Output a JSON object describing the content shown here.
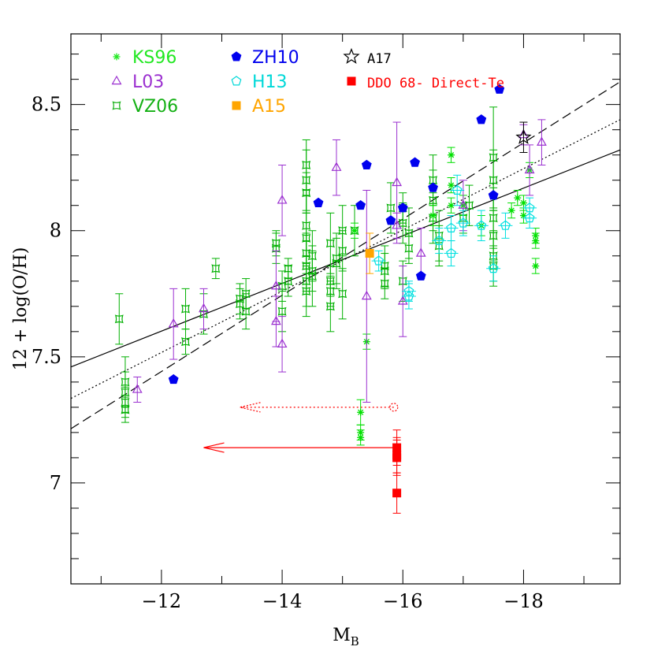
{
  "chart_data": {
    "type": "scatter",
    "xlabel": "M",
    "xlabel_sub": "B",
    "ylabel": "12 + log(O/H)",
    "xlim": [
      -10.5,
      -19.6
    ],
    "ylim": [
      6.6,
      8.78
    ],
    "x_ticks": [
      -12,
      -14,
      -16,
      -18
    ],
    "x_tick_labels": [
      "−12",
      "−14",
      "−16",
      "−18"
    ],
    "y_ticks": [
      7,
      7.5,
      8,
      8.5
    ],
    "y_tick_labels": [
      "7",
      "7.5",
      "8",
      "8.5"
    ],
    "grid": false,
    "legend_placement": "top-left",
    "colors": {
      "KS96": "#00e000",
      "L03": "#9b30d0",
      "VZ06": "#00b000",
      "ZH10": "#0000ee",
      "H13": "#00e0e0",
      "A15": "#ffa500",
      "A17": "#000000",
      "DDO68": "#ff0000"
    },
    "legend": [
      {
        "key": "KS96",
        "label": "KS96",
        "marker": "asterisk",
        "color": "#22e822",
        "font": "sans"
      },
      {
        "key": "L03",
        "label": "L03",
        "marker": "triangle",
        "color": "#9b30d0",
        "font": "sans"
      },
      {
        "key": "VZ06",
        "label": "VZ06",
        "marker": "concave-square",
        "color": "#14b014",
        "font": "sans"
      },
      {
        "key": "ZH10",
        "label": "ZH10",
        "marker": "pentagon-filled",
        "color": "#0000ee",
        "font": "sans"
      },
      {
        "key": "H13",
        "label": "H13",
        "marker": "pentagon-open",
        "color": "#00d8d8",
        "font": "sans"
      },
      {
        "key": "A15",
        "label": "A15",
        "marker": "square-filled",
        "color": "#ffa500",
        "font": "sans"
      },
      {
        "key": "A17",
        "label": "A17",
        "marker": "star-open",
        "color": "#000000",
        "font": "mono"
      },
      {
        "key": "DDO68",
        "label": "DDO 68- Direct-Te",
        "marker": "square-filled",
        "color": "#ff0000",
        "font": "mono"
      }
    ],
    "series": [
      {
        "key": "VZ06",
        "points": [
          [
            -11.3,
            7.65,
            0.1
          ],
          [
            -11.4,
            7.4,
            0.1
          ],
          [
            -11.4,
            7.36,
            0.08
          ],
          [
            -11.4,
            7.32,
            0.06
          ],
          [
            -11.4,
            7.29,
            0.05
          ],
          [
            -12.4,
            7.56,
            0.05
          ],
          [
            -12.4,
            7.69,
            0.08
          ],
          [
            -12.7,
            7.67,
            0.08
          ],
          [
            -12.9,
            7.85,
            0.04
          ],
          [
            -13.3,
            7.71,
            0.06
          ],
          [
            -13.3,
            7.73,
            0.06
          ],
          [
            -13.4,
            7.75,
            0.06
          ],
          [
            -13.4,
            7.68,
            0.07
          ],
          [
            -13.9,
            7.95,
            0.05
          ],
          [
            -13.9,
            7.93,
            0.06
          ],
          [
            -14.0,
            7.68,
            0.08
          ],
          [
            -14.0,
            7.78,
            0.06
          ],
          [
            -14.1,
            7.85,
            0.04
          ],
          [
            -14.1,
            7.8,
            0.06
          ],
          [
            -14.4,
            8.26,
            0.1
          ],
          [
            -14.4,
            8.2,
            0.12
          ],
          [
            -14.4,
            8.15,
            0.08
          ],
          [
            -14.4,
            8.02,
            0.12
          ],
          [
            -14.4,
            7.97,
            0.1
          ],
          [
            -14.4,
            7.91,
            0.08
          ],
          [
            -14.4,
            7.86,
            0.1
          ],
          [
            -14.4,
            7.8,
            0.1
          ],
          [
            -14.4,
            7.76,
            0.1
          ],
          [
            -14.5,
            7.9,
            0.1
          ],
          [
            -14.5,
            7.82,
            0.12
          ],
          [
            -14.5,
            7.84,
            0.08
          ],
          [
            -14.8,
            7.8,
            0.06
          ],
          [
            -14.8,
            7.76,
            0.06
          ],
          [
            -14.8,
            7.95,
            0.12
          ],
          [
            -14.8,
            7.7,
            0.1
          ],
          [
            -14.9,
            7.89,
            0.1
          ],
          [
            -14.9,
            7.87,
            0.1
          ],
          [
            -15.0,
            8.0,
            0.1
          ],
          [
            -15.0,
            7.75,
            0.1
          ],
          [
            -15.0,
            7.92,
            0.08
          ],
          [
            -15.2,
            8.0,
            0.1
          ],
          [
            -15.7,
            7.86,
            0.08
          ],
          [
            -15.7,
            7.84,
            0.07
          ],
          [
            -15.7,
            7.79,
            0.06
          ],
          [
            -15.8,
            8.09,
            0.1
          ],
          [
            -16.0,
            8.03,
            0.08
          ],
          [
            -16.0,
            8.09,
            0.06
          ],
          [
            -16.0,
            7.8,
            0.08
          ],
          [
            -16.1,
            7.99,
            0.1
          ],
          [
            -16.1,
            7.93,
            0.06
          ],
          [
            -16.5,
            8.2,
            0.1
          ],
          [
            -16.5,
            8.12,
            0.12
          ],
          [
            -16.5,
            8.05,
            0.1
          ],
          [
            -16.6,
            7.98,
            0.1
          ],
          [
            -16.6,
            7.94,
            0.08
          ],
          [
            -17.0,
            8.05,
            0.06
          ],
          [
            -17.1,
            8.1,
            0.08
          ],
          [
            -17.5,
            8.29,
            0.2
          ],
          [
            -17.5,
            8.2,
            0.12
          ],
          [
            -17.5,
            8.05,
            0.12
          ],
          [
            -17.5,
            7.98,
            0.1
          ],
          [
            -17.5,
            7.9,
            0.1
          ],
          [
            -17.5,
            7.86,
            0.08
          ]
        ]
      },
      {
        "key": "KS96",
        "points": [
          [
            -15.2,
            8.0,
            0.03
          ],
          [
            -15.3,
            7.28,
            0.05
          ],
          [
            -15.3,
            7.2,
            0.03
          ],
          [
            -15.3,
            7.18,
            0.03
          ],
          [
            -15.4,
            7.56,
            0.03
          ],
          [
            -16.5,
            8.06,
            0.04
          ],
          [
            -16.8,
            8.3,
            0.03
          ],
          [
            -16.8,
            8.18,
            0.03
          ],
          [
            -16.8,
            8.1,
            0.03
          ],
          [
            -17.0,
            8.1,
            0.04
          ],
          [
            -17.3,
            8.02,
            0.04
          ],
          [
            -17.8,
            8.08,
            0.03
          ],
          [
            -17.9,
            8.13,
            0.03
          ],
          [
            -18.0,
            8.11,
            0.03
          ],
          [
            -18.0,
            8.06,
            0.03
          ],
          [
            -18.1,
            8.24,
            0.03
          ],
          [
            -18.2,
            7.98,
            0.03
          ],
          [
            -18.2,
            7.96,
            0.03
          ],
          [
            -18.2,
            7.86,
            0.03
          ]
        ]
      },
      {
        "key": "L03",
        "points": [
          [
            -11.6,
            7.37,
            0.05
          ],
          [
            -12.2,
            7.63,
            0.14
          ],
          [
            -12.7,
            7.69,
            0.08
          ],
          [
            -13.9,
            7.78,
            0.14
          ],
          [
            -13.9,
            7.64,
            0.1
          ],
          [
            -14.0,
            8.12,
            0.14
          ],
          [
            -14.0,
            7.55,
            0.11
          ],
          [
            -14.9,
            8.25,
            0.11
          ],
          [
            -15.4,
            7.74,
            0.42
          ],
          [
            -15.9,
            8.19,
            0.24
          ],
          [
            -15.9,
            8.02,
            0.05
          ],
          [
            -16.0,
            7.72,
            0.14
          ],
          [
            -16.3,
            7.91,
            0.1
          ],
          [
            -17.0,
            8.1,
            0.1
          ],
          [
            -18.0,
            8.38,
            0.04
          ],
          [
            -18.1,
            8.24,
            0.1
          ],
          [
            -18.3,
            8.35,
            0.09
          ]
        ]
      },
      {
        "key": "ZH10",
        "points": [
          [
            -12.2,
            7.41
          ],
          [
            -14.6,
            8.11
          ],
          [
            -15.4,
            8.26
          ],
          [
            -15.3,
            8.1
          ],
          [
            -15.8,
            8.04
          ],
          [
            -16.0,
            8.09
          ],
          [
            -16.2,
            8.27
          ],
          [
            -16.3,
            7.82
          ],
          [
            -16.5,
            8.17
          ],
          [
            -17.3,
            8.44
          ],
          [
            -17.5,
            8.14
          ],
          [
            -17.6,
            8.56
          ]
        ]
      },
      {
        "key": "H13",
        "points": [
          [
            -15.6,
            7.88,
            0.04
          ],
          [
            -16.1,
            7.76,
            0.04
          ],
          [
            -16.1,
            7.74,
            0.05
          ],
          [
            -16.6,
            7.96,
            0.05
          ],
          [
            -16.8,
            7.91,
            0.05
          ],
          [
            -16.8,
            8.01,
            0.05
          ],
          [
            -16.9,
            8.16,
            0.06
          ],
          [
            -17.0,
            8.03,
            0.05
          ],
          [
            -17.3,
            8.02,
            0.06
          ],
          [
            -17.5,
            7.85,
            0.05
          ],
          [
            -17.7,
            8.02,
            0.05
          ],
          [
            -18.1,
            8.09,
            0.04
          ],
          [
            -18.1,
            8.05,
            0.04
          ]
        ]
      },
      {
        "key": "A15",
        "points": [
          [
            -15.45,
            7.91,
            0.08
          ]
        ]
      },
      {
        "key": "A17",
        "points": [
          [
            -18.0,
            8.37,
            0.06
          ]
        ]
      },
      {
        "key": "DDO68",
        "points": [
          [
            -15.9,
            7.14,
            0.07
          ],
          [
            -15.9,
            7.11,
            0.07
          ],
          [
            -15.9,
            7.1,
            0.07
          ],
          [
            -15.9,
            6.96,
            0.08
          ]
        ]
      }
    ],
    "fit_lines": [
      {
        "style": "solid",
        "x": [
          -10.5,
          -19.6
        ],
        "y": [
          7.46,
          8.32
        ]
      },
      {
        "style": "dotted",
        "x": [
          -10.5,
          -19.6
        ],
        "y": [
          7.335,
          8.44
        ]
      },
      {
        "style": "dashed",
        "x": [
          -10.5,
          -19.6
        ],
        "y": [
          7.215,
          8.59
        ]
      }
    ],
    "annotations": [
      {
        "type": "arrow",
        "style": "solid",
        "color": "#ff0000",
        "from": [
          -15.85,
          7.14
        ],
        "to": [
          -12.7,
          7.14
        ]
      },
      {
        "type": "arrow",
        "style": "dotted",
        "color": "#ff0000",
        "from": [
          -15.85,
          7.3
        ],
        "to": [
          -13.3,
          7.3
        ],
        "marker_at_start": "circle-open"
      }
    ]
  }
}
